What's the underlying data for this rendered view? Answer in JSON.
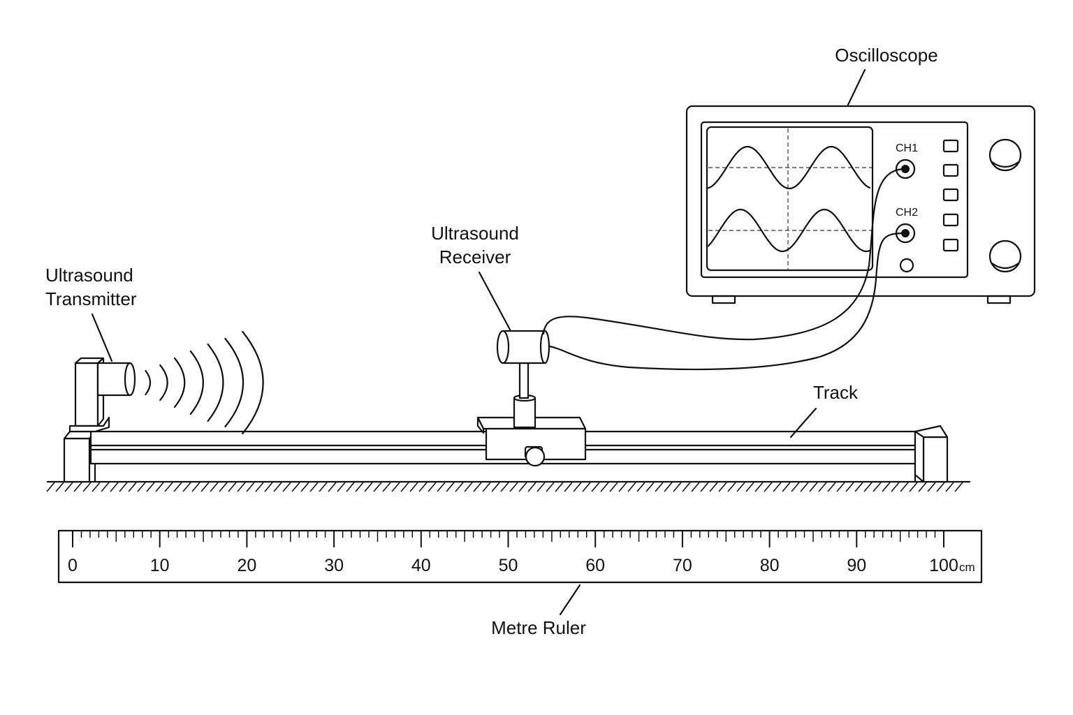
{
  "labels": {
    "oscilloscope": "Oscilloscope",
    "transmitter_line1": "Ultrasound",
    "transmitter_line2": "Transmitter",
    "receiver_line1": "Ultrasound",
    "receiver_line2": "Receiver",
    "track": "Track",
    "metre_ruler": "Metre Ruler"
  },
  "oscilloscope": {
    "channels": [
      "CH1",
      "CH2"
    ]
  },
  "ruler": {
    "unit": "cm",
    "tick_labels": [
      "0",
      "10",
      "20",
      "30",
      "40",
      "50",
      "60",
      "70",
      "80",
      "90",
      "100"
    ]
  },
  "icons": {
    "transmitter": "ultrasound-transmitter-icon",
    "receiver": "ultrasound-receiver-icon",
    "sound_waves": "sound-wave-arcs-icon",
    "knob": "adjustment-knob-icon"
  }
}
